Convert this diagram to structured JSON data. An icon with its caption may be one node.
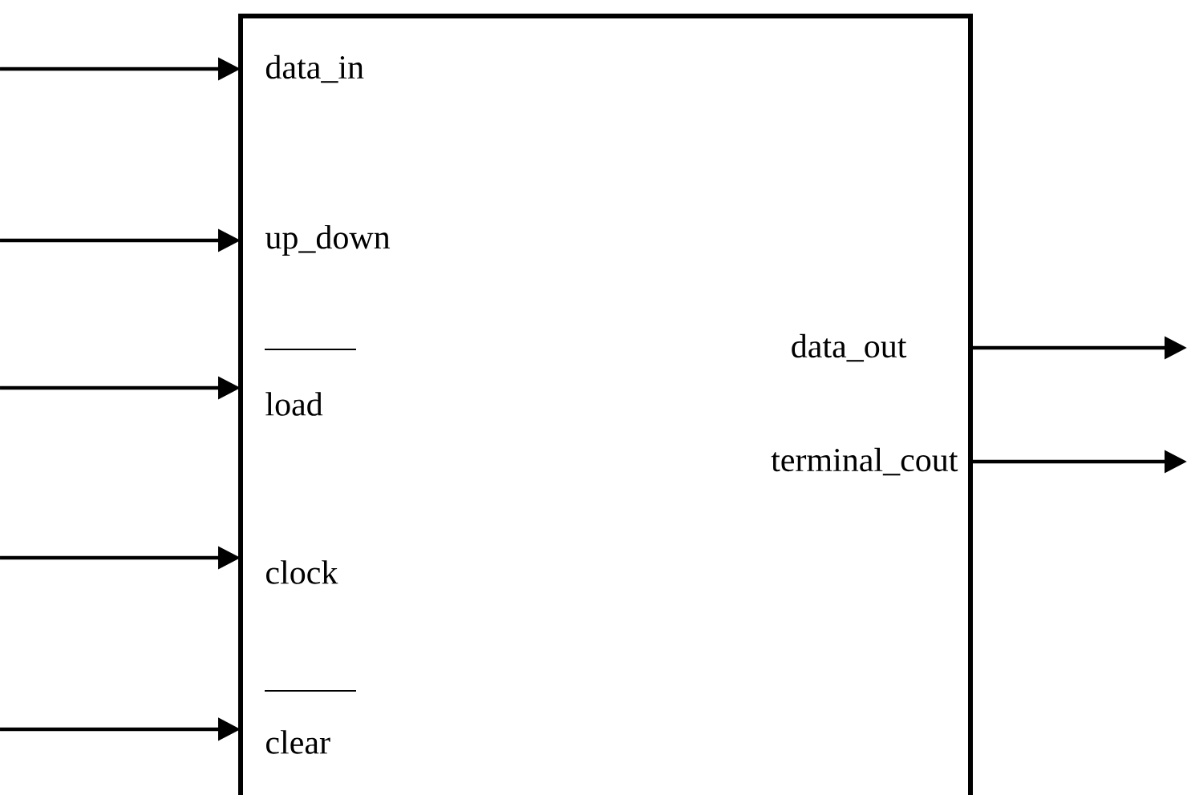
{
  "diagram": {
    "nodes": [
      {
        "text": [],
        "shape": "box"
      },
      {
        "text": [
          "data_in"
        ],
        "in": 0
      },
      {
        "text": [
          "up_down"
        ],
        "in": 0
      },
      {
        "text": [
          "load"
        ],
        "in": 0
      },
      {
        "text": [
          "clock"
        ],
        "in": 0
      },
      {
        "text": [
          "clear"
        ],
        "in": 0
      },
      {
        "text": [
          "data_out"
        ],
        "in": 0
      },
      {
        "text": [
          "terminal_cout"
        ],
        "in": 0
      }
    ],
    "edges": [
      {
        "from": null,
        "to": 1,
        "arrow": "to"
      },
      {
        "from": null,
        "to": 2,
        "arrow": "to"
      },
      {
        "from": null,
        "to": 3,
        "arrow": "to"
      },
      {
        "from": null,
        "to": 4,
        "arrow": "to"
      },
      {
        "from": null,
        "to": 5,
        "arrow": "to"
      },
      {
        "from": 6,
        "to": null,
        "arrow": "to"
      },
      {
        "from": 7,
        "to": null,
        "arrow": "to"
      }
    ]
  }
}
